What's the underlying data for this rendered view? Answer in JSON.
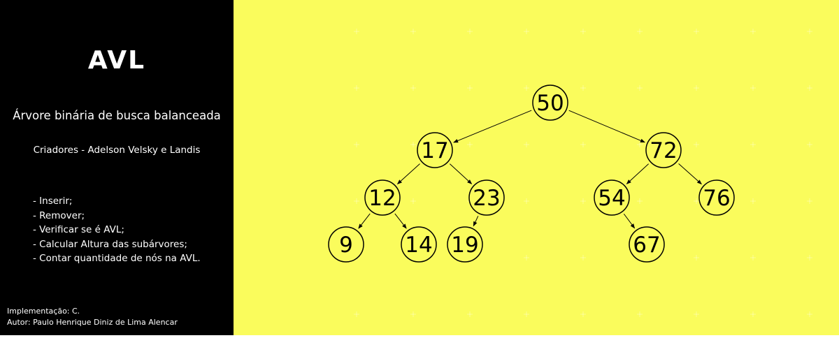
{
  "sidebar": {
    "logo_text": "AVL",
    "subtitle": "Árvore binária de busca balanceada",
    "creators": "Criadores - Adelson Velsky e Landis",
    "features": [
      "- Inserir;",
      "- Remover;",
      "- Verificar se é AVL;",
      "- Calcular Altura das subárvores;",
      "- Contar quantidade de nós na AVL."
    ],
    "implementation": "Implementação: C.",
    "author": "Autor: Paulo Henrique Diniz de Lima Alencar"
  },
  "tree": {
    "nodes": [
      "50",
      "17",
      "72",
      "12",
      "23",
      "54",
      "76",
      "9",
      "14",
      "19",
      "67"
    ],
    "edges": [
      [
        "50",
        "17"
      ],
      [
        "50",
        "72"
      ],
      [
        "17",
        "12"
      ],
      [
        "17",
        "23"
      ],
      [
        "72",
        "54"
      ],
      [
        "72",
        "76"
      ],
      [
        "12",
        "9"
      ],
      [
        "12",
        "14"
      ],
      [
        "23",
        "19"
      ],
      [
        "54",
        "67"
      ]
    ]
  },
  "colors": {
    "sidebar_bg": "#000000",
    "sidebar_text": "#ffffff",
    "canvas_bg": "#fafc5c",
    "node_stroke": "#000000"
  }
}
